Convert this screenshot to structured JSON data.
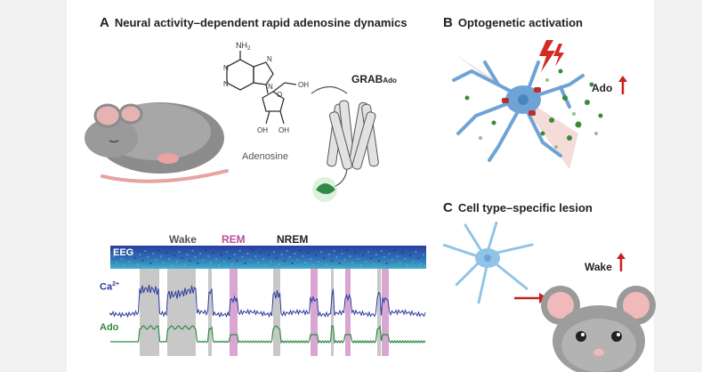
{
  "panel_a": {
    "letter": "A",
    "title": "Neural activity–dependent rapid adenosine dynamics",
    "molecule": {
      "name": "Adenosine",
      "groups": {
        "nh2": "NH",
        "nh2_sub": "2",
        "oh_top": "OH",
        "oh_left": "OH",
        "oh_right": "OH"
      },
      "atoms": {
        "n": "N",
        "o": "O"
      }
    },
    "sensor": {
      "name": "GRAB",
      "name_sub": "Ado"
    }
  },
  "panel_b": {
    "letter": "B",
    "title": "Optogenetic activation",
    "result_label": "Ado"
  },
  "panel_c": {
    "letter": "C",
    "title": "Cell type–specific lesion",
    "result_label": "Wake"
  },
  "traces": {
    "eeg_label": "EEG",
    "ca_label": "Ca",
    "ca_sup": "2+",
    "ado_label": "Ado",
    "states": [
      {
        "label": "Wake",
        "color": "#555555"
      },
      {
        "label": "REM",
        "color": "#b8509a"
      },
      {
        "label": "NREM",
        "color": "#222222"
      }
    ]
  },
  "colors": {
    "neuron_blue": "#6fa3d6",
    "adenosine_green": "#3a8a3a",
    "trace_blue": "#2b3a9c",
    "trace_green": "#2f8a45",
    "wake_band": "#c8c8c8",
    "rem_band": "#d9a6d2",
    "arrow_red": "#c8201f"
  },
  "icons": [
    "mouse-sleeping-icon",
    "mouse-awake-icon",
    "neuron-icon",
    "lightning-icon",
    "gpcr-sensor-icon"
  ]
}
